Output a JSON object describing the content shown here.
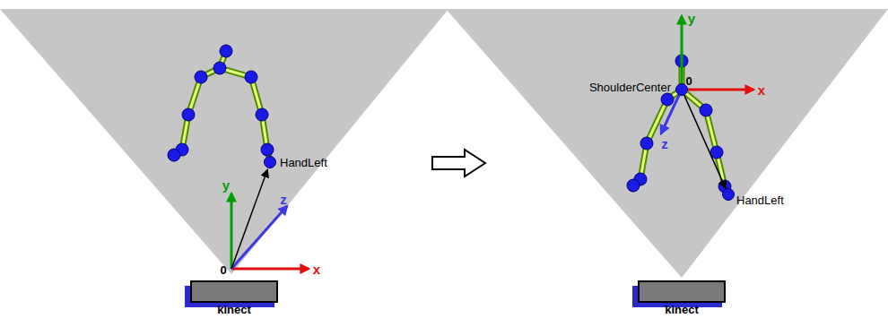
{
  "diagram": {
    "nodes": [
      {
        "text": [
          "HandLeft"
        ]
      },
      {
        "text": [
          "kinect"
        ]
      },
      {
        "text": [
          "ShoulderCenter"
        ]
      },
      {
        "text": [
          "HandLeft"
        ]
      },
      {
        "text": [
          "kinect"
        ]
      }
    ],
    "edges": [
      {
        "from": 2,
        "to": 3,
        "arrow": "to"
      }
    ],
    "labels": [
      "y",
      "z",
      "0",
      "x",
      "y",
      "0",
      "x",
      "z"
    ]
  }
}
